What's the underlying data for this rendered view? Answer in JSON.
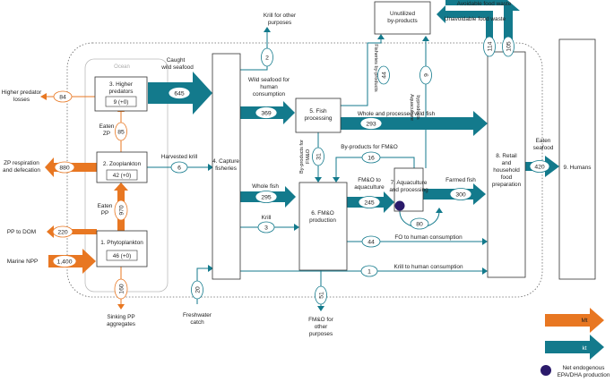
{
  "colors": {
    "teal": "#137a8c",
    "orange": "#e87722",
    "dot": "#2b1a6b",
    "ocean_border": "#bbbbbb"
  },
  "ocean_label": "Ocean",
  "boxes": {
    "phyto": {
      "title": "1. Phytoplankton",
      "value": "46 (+0)"
    },
    "zoo": {
      "title": "2. Zooplankton",
      "value": "42 (+0)"
    },
    "predators": {
      "line1": "3. Higher",
      "line2": "predators",
      "value": "9 (+0)"
    },
    "capture": {
      "line1": "4. Capture",
      "line2": "fisheries"
    },
    "processing": {
      "line1": "5. Fish",
      "line2": "processing"
    },
    "fmo": {
      "line1": "6. FM&O",
      "line2": "production"
    },
    "aqua": {
      "line1": "7. Aquaculture",
      "line2": "and processing"
    },
    "retail": {
      "line1": "8. Retail",
      "line2": "and",
      "line3": "household",
      "line4": "food",
      "line5": "preparation"
    },
    "humans": {
      "title": "9. Humans"
    },
    "unutilized": {
      "line1": "Unutilized",
      "line2": "by-products"
    }
  },
  "labels": {
    "higher_pred_losses": {
      "line1": "Higher predator",
      "line2": "losses"
    },
    "zp_resp": {
      "line1": "ZP respiration",
      "line2": "and defecation"
    },
    "pp_dom": "PP to DOM",
    "marine_npp": "Marine NPP",
    "sinking": {
      "line1": "Sinking PP",
      "line2": "aggregates"
    },
    "eaten_zp": {
      "line1": "Eaten",
      "line2": "ZP"
    },
    "eaten_pp": {
      "line1": "Eaten",
      "line2": "PP"
    },
    "caught": {
      "line1": "Caught",
      "line2": "wild seafood"
    },
    "harvested_krill": "Harvested krill",
    "krill_other": {
      "line1": "Krill for other",
      "line2": "purposes"
    },
    "wild_human": {
      "line1": "Wild seafood for",
      "line2": "human",
      "line3": "consumption"
    },
    "whole_processed": "Whole and processed wild fish",
    "byproducts_fmo_v": {
      "line1": "By-products for",
      "line2": "FM&O"
    },
    "byproducts_fmo": "By-products for FM&O",
    "whole_fish": "Whole fish",
    "krill": "Krill",
    "fmo_aqua": {
      "line1": "FM&O to",
      "line2": "aquaculture"
    },
    "farmed_fish": "Farmed fish",
    "fo_human": "FO to human consumption",
    "krill_human": "Krill to human consumption",
    "fmo_other": {
      "line1": "FM&O for",
      "line2": "other",
      "line3": "purposes"
    },
    "freshwater": {
      "line1": "Freshwater",
      "line2": "catch"
    },
    "fisheries_byproducts": "Fisheries by-products",
    "aquaculture_byproducts": {
      "line1": "Aquaculture",
      "line2": "byproducts"
    },
    "avoidable": "Avoidable food waste",
    "unavoidable": "Unavoidable food waste",
    "eaten_seafood": {
      "line1": "Eaten",
      "line2": "seafood"
    }
  },
  "values": {
    "v84": "84",
    "v880": "880",
    "v220": "220",
    "v1400": "1,400",
    "v160": "160",
    "v85": "85",
    "v970": "970",
    "v645": "645",
    "v6": "6",
    "v2": "2",
    "v369": "369",
    "v293": "293",
    "v31": "31",
    "v16": "16",
    "v295": "295",
    "v3": "3",
    "v245": "245",
    "v300": "300",
    "v80": "80",
    "v44a": "44",
    "v44b": "44",
    "v1": "1",
    "v51": "51",
    "v20": "20",
    "v9": "9",
    "v114": "114",
    "v105": "105",
    "v420": "420"
  },
  "legend": {
    "mt": "Mt",
    "kt": "kt",
    "epa": {
      "line1": "Net endogenous",
      "line2": "EPA/DHA production"
    }
  }
}
